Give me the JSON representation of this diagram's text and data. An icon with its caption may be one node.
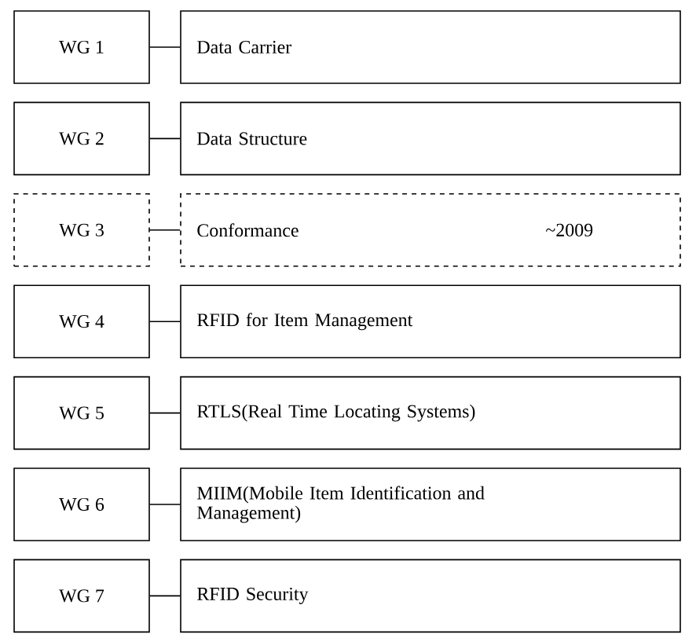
{
  "diagram": {
    "nodes": [
      {
        "text": [
          "WG 1"
        ]
      },
      {
        "text": [
          "Data Carrier"
        ]
      },
      {
        "text": [
          "WG 2"
        ]
      },
      {
        "text": [
          "Data Structure"
        ]
      },
      {
        "text": [
          "WG 3"
        ]
      },
      {
        "text": [
          "Conformance",
          "~2009"
        ]
      },
      {
        "text": [
          "WG 4"
        ]
      },
      {
        "text": [
          "RFID for Item Management"
        ]
      },
      {
        "text": [
          "WG 5"
        ]
      },
      {
        "text": [
          "RTLS(Real Time Locating Systems)"
        ]
      },
      {
        "text": [
          "WG 6"
        ]
      },
      {
        "text": [
          "MIIM(Mobile Item Identification and Management)"
        ]
      },
      {
        "text": [
          "WG 7"
        ]
      },
      {
        "text": [
          "RFID Security"
        ]
      }
    ],
    "edges": [
      {
        "from": 0,
        "to": 1,
        "arrow": "none"
      },
      {
        "from": 2,
        "to": 3,
        "arrow": "none"
      },
      {
        "from": 4,
        "to": 5,
        "arrow": "none"
      },
      {
        "from": 6,
        "to": 7,
        "arrow": "none"
      },
      {
        "from": 8,
        "to": 9,
        "arrow": "none"
      },
      {
        "from": 10,
        "to": 11,
        "arrow": "none"
      },
      {
        "from": 12,
        "to": 13,
        "arrow": "none"
      }
    ]
  }
}
